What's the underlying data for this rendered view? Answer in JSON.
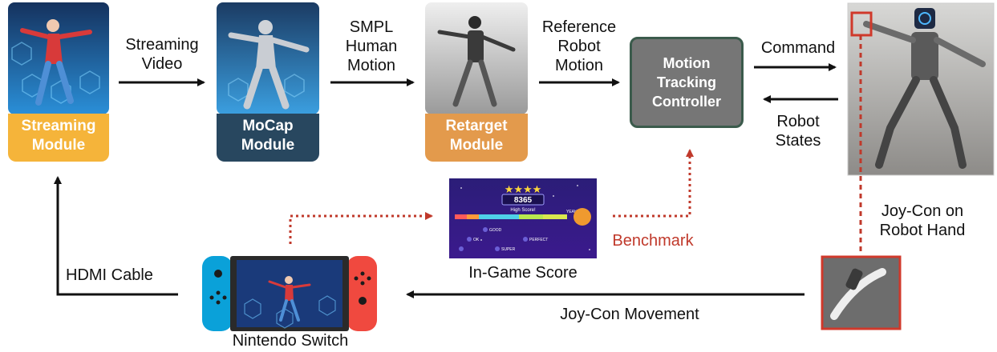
{
  "modules": {
    "streaming": {
      "line1": "Streaming",
      "line2": "Module",
      "color": "#f5b43a"
    },
    "mocap": {
      "line1": "MoCap",
      "line2": "Module",
      "color": "#28475f"
    },
    "retarget": {
      "line1": "Retarget",
      "line2": "Module",
      "color": "#e39a4c"
    }
  },
  "controller": {
    "line1": "Motion",
    "line2": "Tracking",
    "line3": "Controller",
    "fill": "#767676",
    "border": "#3b5b4c"
  },
  "edges": {
    "streaming_video": {
      "line1": "Streaming",
      "line2": "Video"
    },
    "smpl": {
      "line1": "SMPL",
      "line2": "Human",
      "line3": "Motion"
    },
    "reference": {
      "line1": "Reference",
      "line2": "Robot",
      "line3": "Motion"
    },
    "command": "Command",
    "robot_states": {
      "line1": "Robot",
      "line2": "States"
    },
    "hdmi": "HDMI Cable",
    "joycon_movement": "Joy-Con Movement",
    "joycon_hand": {
      "line1": "Joy-Con on",
      "line2": "Robot Hand"
    },
    "benchmark": "Benchmark"
  },
  "labels": {
    "in_game_score": "In-Game Score",
    "nintendo_switch": "Nintendo Switch"
  },
  "game_screen": {
    "score": "8365",
    "high_score": "High Score!",
    "stars": "★★★★",
    "ratings": [
      "GOOD",
      "OK",
      "PERFECT",
      "SUPER",
      "YEAH"
    ]
  },
  "colors": {
    "accent_red": "#c0392b",
    "arrow": "#111111"
  }
}
